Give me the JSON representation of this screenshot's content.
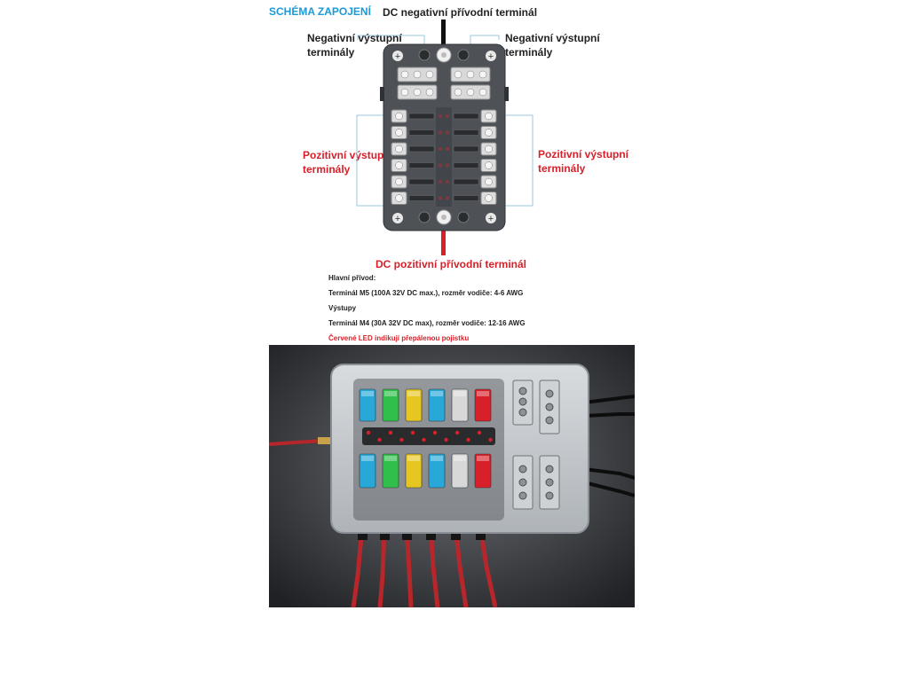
{
  "diagram": {
    "title": "SCHÉMA ZAPOJENÍ",
    "labels": {
      "dc_negative": "DC negativní přívodní terminál",
      "negative_outputs_left_line1": "Negativní výstupní",
      "negative_outputs_left_line2": "terminály",
      "negative_outputs_right_line1": "Negativní výstupní",
      "negative_outputs_right_line2": "terminály",
      "positive_outputs_left_line1": "Pozitivní výstupní",
      "positive_outputs_left_line2": "terminály",
      "positive_outputs_right_line1": "Pozitivní výstupní",
      "positive_outputs_right_line2": "terminály",
      "dc_positive": "DC pozitivní přívodní terminál"
    },
    "colors": {
      "title": "#1a9ad6",
      "positive": "#d8202a",
      "negative": "#222222",
      "bracket": "#9bc9e0"
    }
  },
  "specs": {
    "main_heading": "Hlavní přívod:",
    "main_terminal": "Terminál M5 (100A 32V DC max.), rozměr vodiče: 4-6 AWG",
    "outputs_heading": "Výstupy",
    "outputs_terminal": "Terminál M4 (30A 32V DC max), rozměr vodiče: 12-16 AWG",
    "led_note": "Červené LED indikují přepálenou pojistku"
  },
  "photo": {
    "fuse_colors_top": [
      "#27a8d8",
      "#2fbf4a",
      "#e6c620",
      "#27a8d8",
      "#d8d8d8",
      "#d8202a"
    ],
    "fuse_colors_bottom": [
      "#27a8d8",
      "#2fbf4a",
      "#e6c620",
      "#27a8d8",
      "#d8d8d8",
      "#d8202a"
    ]
  }
}
